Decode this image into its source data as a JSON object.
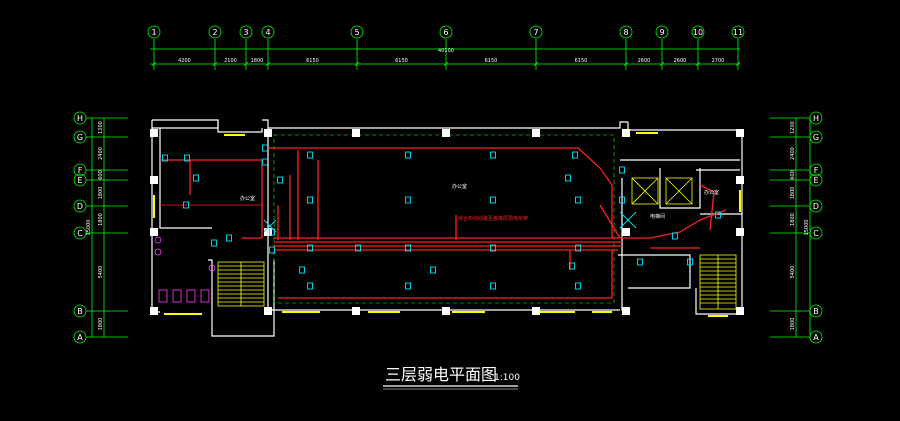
{
  "drawing": {
    "title": "三层弱电平面图",
    "scale": "1:100",
    "overall_dimension": "40100"
  },
  "column_axes": [
    "1",
    "2",
    "3",
    "4",
    "5",
    "6",
    "7",
    "8",
    "9",
    "10",
    "11"
  ],
  "column_spacings": [
    "4200",
    "2100",
    "1800",
    "6150",
    "6150",
    "6150",
    "6150",
    "2600",
    "2600",
    "2700"
  ],
  "row_axes_left": [
    "H",
    "G",
    "F",
    "E",
    "D",
    "C",
    "B",
    "A"
  ],
  "row_axes_right": [
    "H",
    "G",
    "F",
    "E",
    "D",
    "C",
    "B",
    "A"
  ],
  "row_dims_left": [
    "1200",
    "2400",
    "600",
    "1800",
    "1800",
    "5400",
    "1800"
  ],
  "row_dims_left_total": "15000",
  "row_dims_right": [
    "1200",
    "2400",
    "600",
    "1800",
    "1800",
    "5400",
    "1800"
  ],
  "row_dims_right_total": "15000",
  "rooms": {
    "office_left": "办公室",
    "office_main": "办公室",
    "office_right": "办公室",
    "equipment_room": "电梯间"
  },
  "riser_note": "综合布线线路至各楼层弱电桥架",
  "colors": {
    "background": "#000000",
    "axis_lines": "#00ff00",
    "walls": "#ffffff",
    "cabling": "#ff2020",
    "outlets": "#00e5ff",
    "sanitary": "#ff40ff",
    "stairs": "#ffff00"
  }
}
